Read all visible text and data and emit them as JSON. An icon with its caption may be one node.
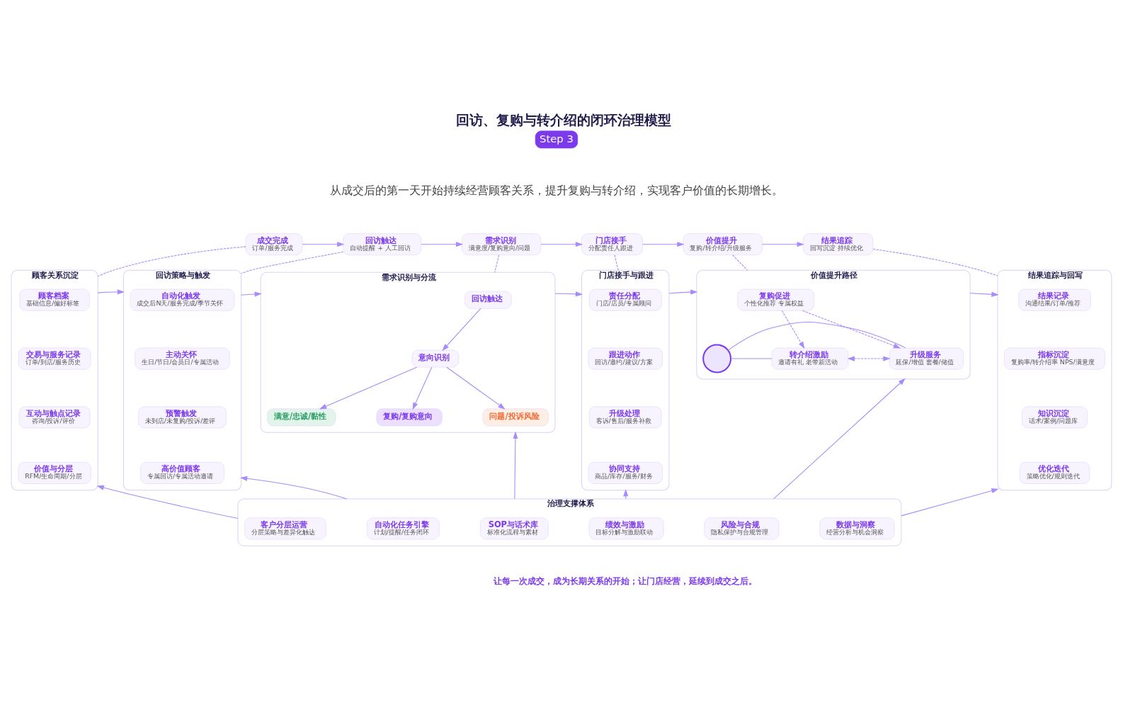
{
  "diagram": {
    "title": "回访、复购与转介绍的闭环治理模型",
    "caption": "让每一次成交，成为长期关系的开始；让门店经营，延续到成交之后。",
    "nodes": [
      {
        "text": [
          "成交完成",
          "订单/服务完成"
        ]
      },
      {
        "text": [
          "回访触达",
          "自动提醒 + 人工回访"
        ]
      },
      {
        "text": [
          "需求识别",
          "满意度/复购意向/问题"
        ]
      },
      {
        "text": [
          "门店接手",
          "分配责任人跟进"
        ]
      },
      {
        "text": [
          "价值提升",
          "复购/转介绍/升级服务"
        ]
      },
      {
        "text": [
          "结果追踪",
          "回写沉淀 持续优化"
        ]
      },
      {
        "text": [
          "顾客关系沉淀"
        ]
      },
      {
        "text": [
          "顾客档案",
          "基础信息/偏好标签"
        ],
        "in": 6
      },
      {
        "text": [
          "交易与服务记录",
          "订单/到店/服务历史"
        ],
        "in": 6
      },
      {
        "text": [
          "互动与触点记录",
          "咨询/投诉/评价"
        ],
        "in": 6
      },
      {
        "text": [
          "价值与分层",
          "RFM/生命周期/分层"
        ],
        "in": 6
      },
      {
        "text": [
          "回访策略与触发"
        ]
      },
      {
        "text": [
          "自动化触发",
          "成交后N天/服务完成/季节关怀"
        ],
        "in": 11
      },
      {
        "text": [
          "主动关怀",
          "生日/节日/会员日/专属活动"
        ],
        "in": 11
      },
      {
        "text": [
          "预警触发",
          "未到店/未复购/投诉/差评"
        ],
        "in": 11
      },
      {
        "text": [
          "高价值顾客",
          "专属回访/专属活动邀请"
        ],
        "in": 11
      },
      {
        "text": [
          "需求识别与分流"
        ]
      },
      {
        "text": [
          "回访触达"
        ],
        "in": 16
      },
      {
        "text": [
          "意向识别"
        ],
        "in": 16
      },
      {
        "text": [
          "满意/忠诚/黏性"
        ],
        "in": 16
      },
      {
        "text": [
          "复购/复购意向"
        ],
        "in": 16
      },
      {
        "text": [
          "问题/投诉风险"
        ],
        "in": 16
      },
      {
        "text": [
          "门店接手与跟进"
        ]
      },
      {
        "text": [
          "责任分配",
          "门店/店员/专属顾问"
        ],
        "in": 22
      },
      {
        "text": [
          "跟进动作",
          "回访/邀约/建议/方案"
        ],
        "in": 22
      },
      {
        "text": [
          "升级处理",
          "客诉/售后/服务补救"
        ],
        "in": 22
      },
      {
        "text": [
          "协同支持",
          "商品/库存/服务/财务"
        ],
        "in": 22
      },
      {
        "text": [
          "价值提升路径"
        ]
      },
      {
        "text": [
          "复购促进",
          "个性化推荐 专属权益"
        ],
        "in": 27
      },
      {
        "text": [],
        "shape": "circle",
        "in": 27
      },
      {
        "text": [
          "转介绍激励",
          "邀请有礼 老带新活动"
        ],
        "in": 27
      },
      {
        "text": [
          "升级服务",
          "延保/增值 套餐/储值"
        ],
        "in": 27
      },
      {
        "text": [
          "结果追踪与回写"
        ]
      },
      {
        "text": [
          "结果记录",
          "沟通结果/订单/推荐"
        ],
        "in": 32
      },
      {
        "text": [
          "指标沉淀",
          "复购率/转介绍率 NPS/满意度"
        ],
        "in": 32
      },
      {
        "text": [
          "知识沉淀",
          "话术/案例/问题库"
        ],
        "in": 32
      },
      {
        "text": [
          "优化迭代",
          "策略优化/规则迭代"
        ],
        "in": 32
      },
      {
        "text": [
          "治理支撑体系"
        ]
      },
      {
        "text": [
          "客户分层运营",
          "分层策略与差异化触达"
        ],
        "in": 37
      },
      {
        "text": [
          "自动化任务引擎",
          "计划/提醒/任务闭环"
        ],
        "in": 37
      },
      {
        "text": [
          "SOP与话术库",
          "标准化流程与素材"
        ],
        "in": 37
      },
      {
        "text": [
          "绩效与激励",
          "目标分解与激励联动"
        ],
        "in": 37
      },
      {
        "text": [
          "风险与合规",
          "隐私保护与合规管理"
        ],
        "in": 37
      },
      {
        "text": [
          "数据与洞察",
          "经营分析与机会洞察"
        ],
        "in": 37
      }
    ],
    "edges": [
      {
        "from": 0,
        "to": 1,
        "arrow": "to"
      },
      {
        "from": 1,
        "to": 2,
        "arrow": "to"
      },
      {
        "from": 2,
        "to": 3,
        "arrow": "to"
      },
      {
        "from": 3,
        "to": 4,
        "arrow": "to"
      },
      {
        "from": 4,
        "to": 5,
        "arrow": "to"
      },
      {
        "from": 0,
        "to": 6,
        "arrow": "none",
        "style": "dashed"
      },
      {
        "from": 1,
        "to": 11,
        "arrow": "none",
        "style": "dashed"
      },
      {
        "from": 2,
        "to": 16,
        "arrow": "none",
        "style": "dashed"
      },
      {
        "from": 3,
        "to": 22,
        "arrow": "none",
        "style": "dashed"
      },
      {
        "from": 4,
        "to": 27,
        "arrow": "none",
        "style": "dashed"
      },
      {
        "from": 5,
        "to": 32,
        "arrow": "none",
        "style": "dashed"
      },
      {
        "from": 6,
        "to": 11,
        "arrow": "to"
      },
      {
        "from": 11,
        "to": 16,
        "arrow": "to"
      },
      {
        "from": 16,
        "to": 22,
        "arrow": "to"
      },
      {
        "from": 22,
        "to": 27,
        "arrow": "to"
      },
      {
        "from": 27,
        "to": 32,
        "arrow": "to"
      },
      {
        "from": 17,
        "to": 18,
        "arrow": "to"
      },
      {
        "from": 18,
        "to": 19,
        "arrow": "to"
      },
      {
        "from": 18,
        "to": 20,
        "arrow": "to"
      },
      {
        "from": 18,
        "to": 21,
        "arrow": "to"
      },
      {
        "from": 28,
        "to": 30,
        "arrow": "to",
        "style": "dashed"
      },
      {
        "from": 28,
        "to": 31,
        "arrow": "to",
        "style": "dashed"
      },
      {
        "from": 30,
        "to": 31,
        "arrow": "both",
        "style": "dashed"
      },
      {
        "from": 29,
        "to": 30,
        "arrow": "none"
      },
      {
        "from": 29,
        "to": 31,
        "arrow": "none"
      },
      {
        "from": 37,
        "to": 6,
        "arrow": "to"
      },
      {
        "from": 37,
        "to": 11,
        "arrow": "to"
      },
      {
        "from": 37,
        "to": 16,
        "arrow": "to"
      },
      {
        "from": 37,
        "to": 22,
        "arrow": "to"
      },
      {
        "from": 37,
        "to": 27,
        "arrow": "to"
      },
      {
        "from": 37,
        "to": 32,
        "arrow": "to"
      }
    ],
    "labels": [
      "Step 3",
      "从成交后的第一天开始持续经营顾客关系，提升复购与转介绍，实现客户价值的长期增长。"
    ]
  }
}
